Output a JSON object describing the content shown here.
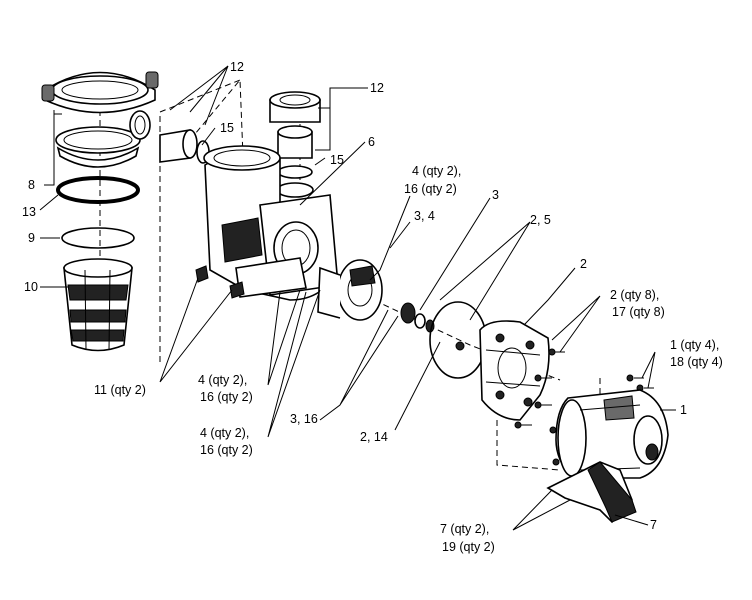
{
  "callouts": {
    "c12_left": "12",
    "c15_left": "15",
    "c12_right": "12",
    "c15_right": "15",
    "c6": "6",
    "c8": "8",
    "c13": "13",
    "c9": "9",
    "c10": "10",
    "c11": "11 (qty 2)",
    "c4a_1": "4 (qty 2),",
    "c4a_2": "16 (qty 2)",
    "c3_4": "3, 4",
    "c3": "3",
    "c2_5": "2, 5",
    "c2": "2",
    "c2q_1": "2 (qty 8),",
    "c2q_2": "17 (qty 8)",
    "c1q_1": "1 (qty 4),",
    "c1q_2": "18 (qty 4)",
    "c1": "1",
    "c4b_1": "4 (qty 2),",
    "c4b_2": "16 (qty 2)",
    "c4c_1": "4 (qty 2),",
    "c4c_2": "16 (qty 2)",
    "c3_16": "3, 16",
    "c2_14": "2, 14",
    "c7q_1": "7 (qty 2),",
    "c7q_2": "19 (qty 2)",
    "c7": "7"
  }
}
